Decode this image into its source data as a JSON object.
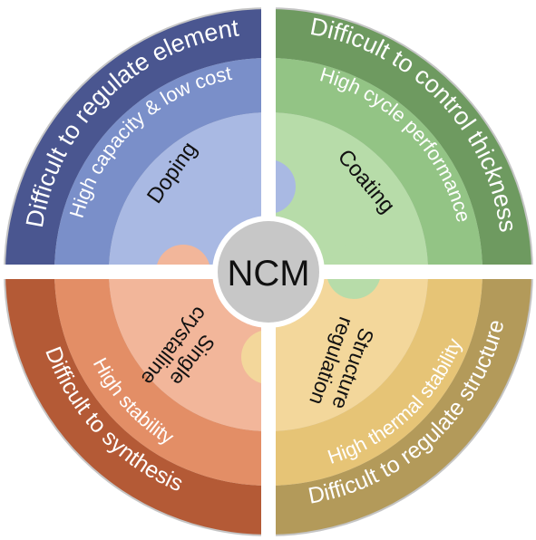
{
  "center": {
    "label": "NCM"
  },
  "quadrants": [
    {
      "key": "doping",
      "strategy": "Doping",
      "advantage": "High capacity & low cost",
      "challenge": "Difficult to regulate element",
      "colors": {
        "outer": "#4a5690",
        "mid": "#7a8fc9",
        "inner": "#a9b9e3"
      }
    },
    {
      "key": "coating",
      "strategy": "Coating",
      "advantage": "High cycle performance",
      "challenge": "Difficult to control thickness",
      "colors": {
        "outer": "#6e9a60",
        "mid": "#93c485",
        "inner": "#b7dca9"
      }
    },
    {
      "key": "structure",
      "strategy": [
        "Structure",
        "regulation"
      ],
      "advantage": "High thermal stability",
      "challenge": "Difficult to regulate structure",
      "colors": {
        "outer": "#b39a5a",
        "mid": "#e6c476",
        "inner": "#f3d79b"
      }
    },
    {
      "key": "single-crystalline",
      "strategy": [
        "Single",
        "crystalline"
      ],
      "advantage": "High stability",
      "challenge": "Difficult to synthesis",
      "colors": {
        "outer": "#b45a36",
        "mid": "#e38e66",
        "inner": "#f2b69a"
      }
    }
  ]
}
